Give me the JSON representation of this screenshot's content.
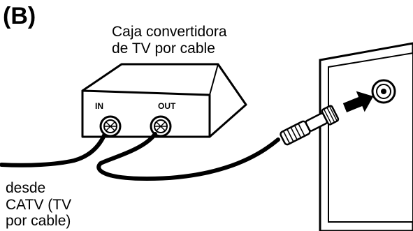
{
  "figure_label": "(B)",
  "converter_box": {
    "title_line1": "Caja convertidora",
    "title_line2": "de TV por cable",
    "port_in": "IN",
    "port_out": "OUT"
  },
  "source_label": {
    "line1": "desde",
    "line2": "CATV (TV",
    "line3": "por cable)"
  }
}
